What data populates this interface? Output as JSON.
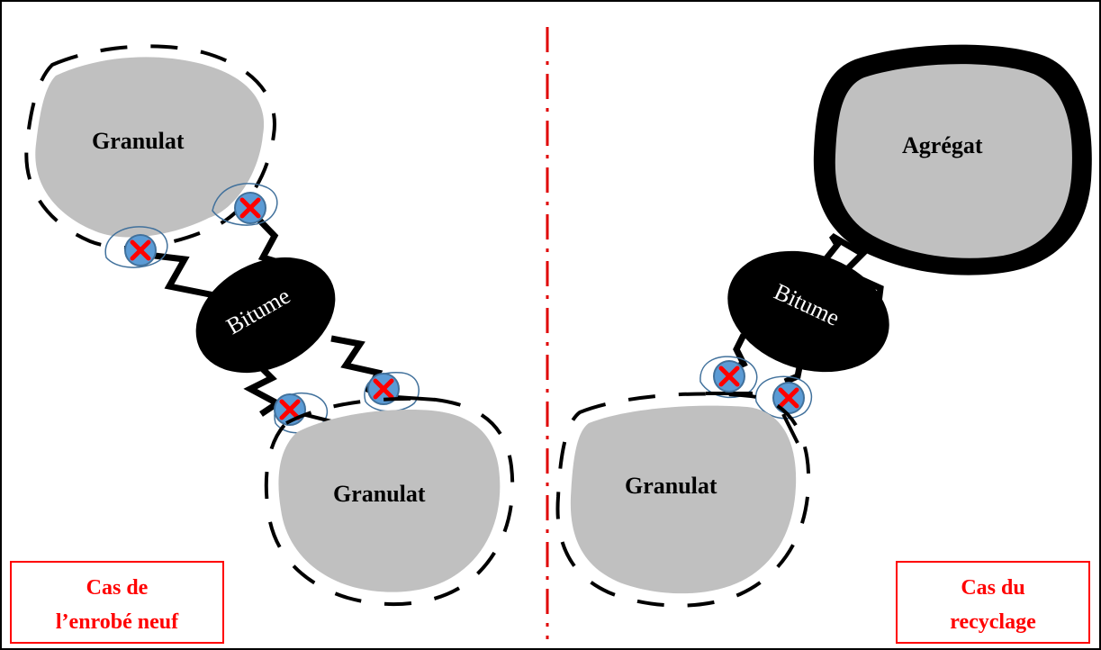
{
  "left_panel": {
    "top_granule_label": "Granulat",
    "binder_label": "Bitume",
    "bottom_granule_label": "Granulat",
    "caption_line1": "Cas de",
    "caption_line2": "l’enrobé neuf"
  },
  "right_panel": {
    "aggregate_label": "Agrégat",
    "binder_label": "Bitume",
    "granule_label": "Granulat",
    "caption_line1": "Cas du",
    "caption_line2": "recyclage"
  },
  "colors": {
    "granule_fill": "#c0c0c0",
    "binder_fill": "#000000",
    "divider": "#e00000",
    "caption_border": "#ff0000",
    "caption_text": "#ff0000",
    "charge_fill": "#5b9bd5",
    "charge_sign": "#ff0000",
    "charge_outline": "#41719c"
  },
  "icons": [
    "positive-charge-icon"
  ]
}
